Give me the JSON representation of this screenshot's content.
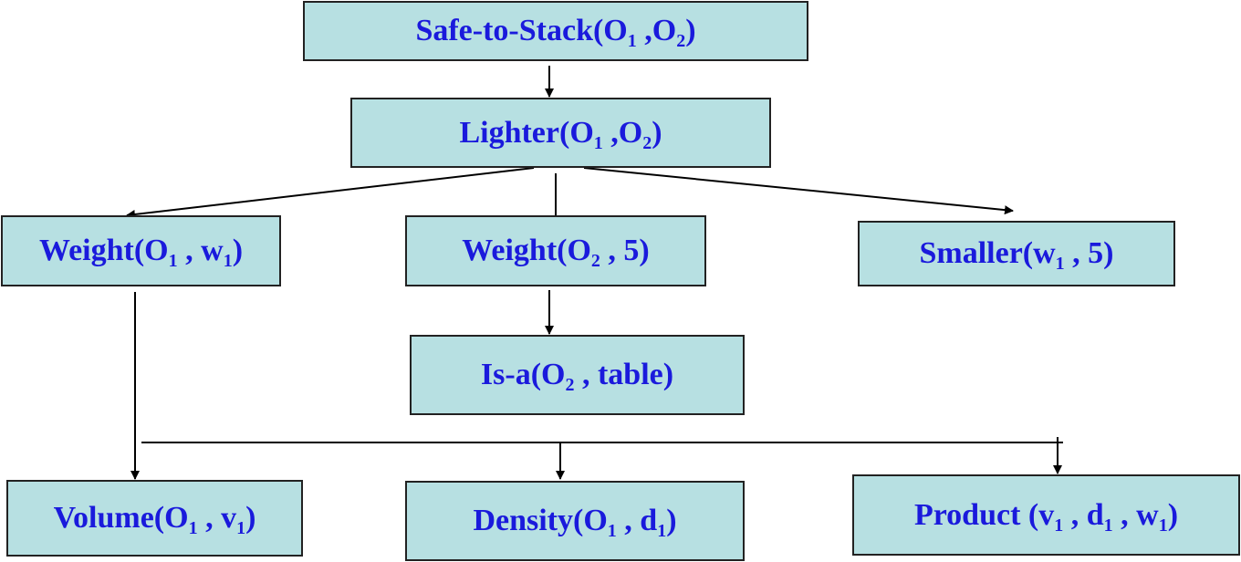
{
  "nodes": {
    "safe_to_stack": {
      "name": "Safe-to-Stack(O",
      "sub1": "1",
      "mid1": " ,O",
      "sub2": "2",
      "end": ")"
    },
    "lighter": {
      "name": "Lighter(O",
      "sub1": "1",
      "mid1": " ,O",
      "sub2": "2",
      "end": ")"
    },
    "weight_o1": {
      "name": "Weight(O",
      "sub1": "1",
      "mid1": " , w",
      "sub2": "1",
      "end": ")"
    },
    "weight_o2": {
      "name": "Weight(O",
      "sub1": "2",
      "end": " , 5)"
    },
    "smaller": {
      "name": "Smaller(w",
      "sub1": "1",
      "end": " , 5)"
    },
    "is_a": {
      "name": "Is-a(O",
      "sub1": "2",
      "end": " , table)"
    },
    "volume": {
      "name": "Volume(O",
      "sub1": "1",
      "mid1": " , v",
      "sub2": "1",
      "end": ")"
    },
    "density": {
      "name": "Density(O",
      "sub1": "1",
      "mid1": " , d",
      "sub2": "1",
      "end": ")"
    },
    "product": {
      "name": "Product (v",
      "sub1": "1",
      "mid1": " , d",
      "sub2": "1",
      "mid2": " , w",
      "sub3": "1",
      "end": ")"
    }
  },
  "colors": {
    "box_fill": "#b7e0e2",
    "box_border": "#222222",
    "text": "#1a1adc",
    "connector": "#000000"
  }
}
